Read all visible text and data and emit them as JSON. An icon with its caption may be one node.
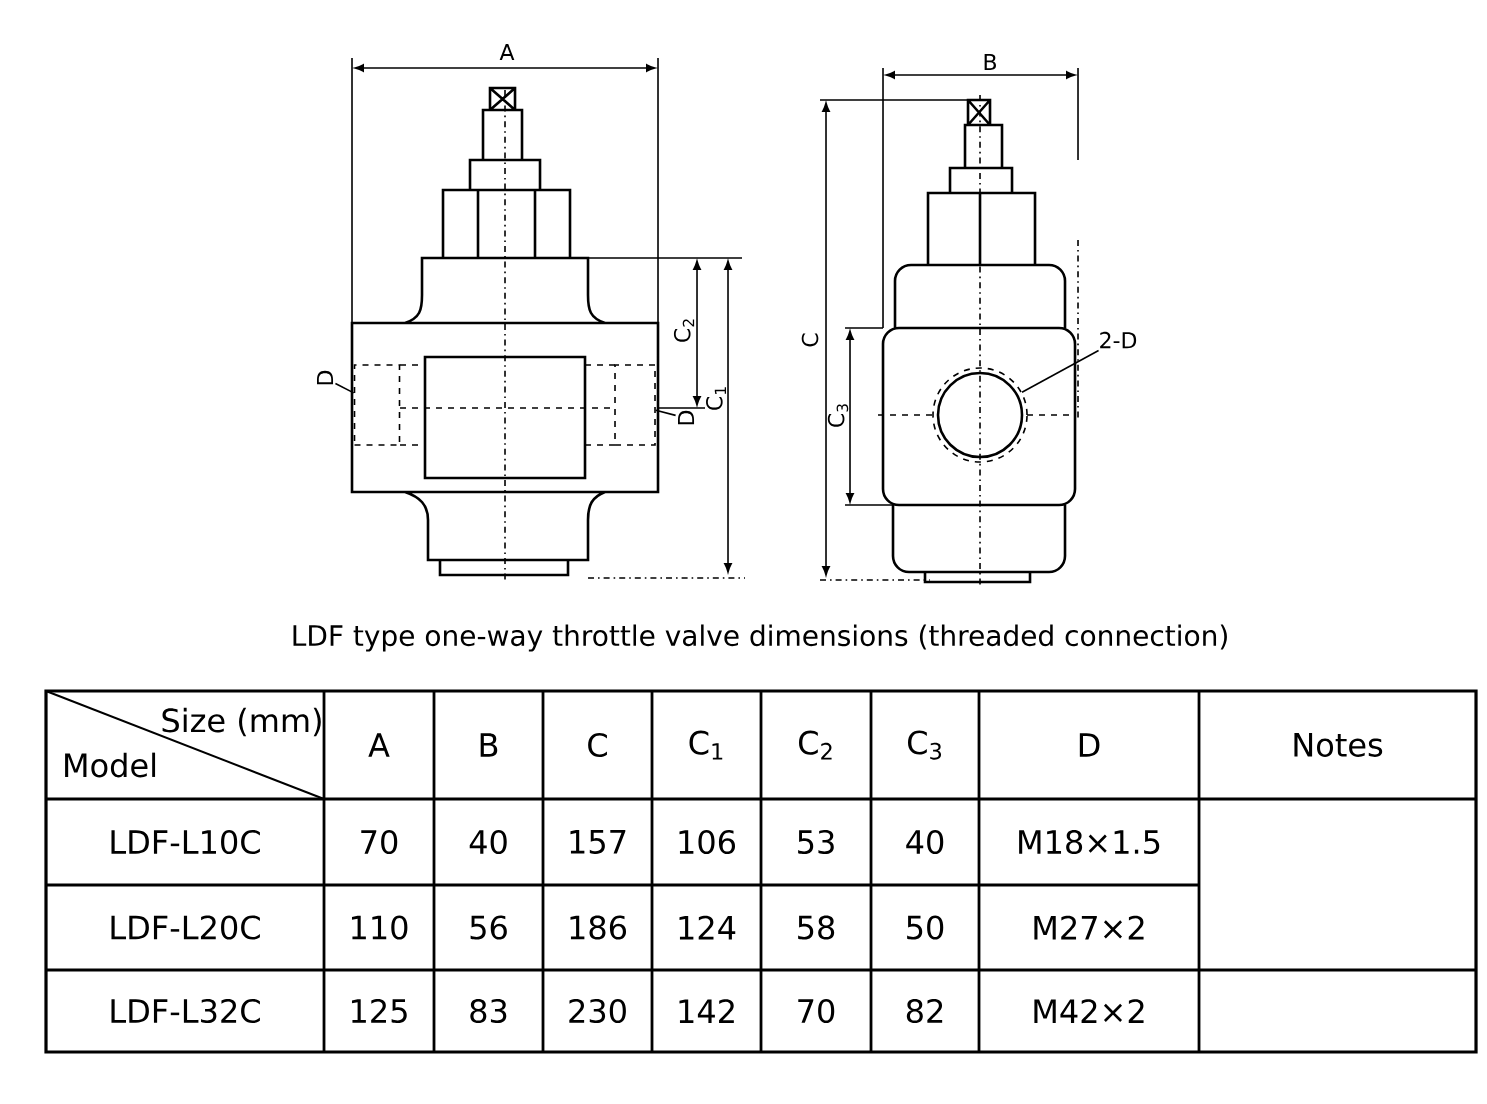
{
  "diagram": {
    "caption": "LDF type one-way throttle valve dimensions (threaded connection)",
    "nodes": [
      {
        "text": [
          "D"
        ]
      },
      {
        "text": [
          "D"
        ]
      },
      {
        "text": [
          "2-D"
        ]
      },
      {
        "text": [],
        "shape": "box"
      },
      {
        "text": [],
        "shape": "box"
      },
      {
        "text": [],
        "shape": "circle"
      }
    ],
    "edges": [
      {
        "from": 0,
        "to": 3,
        "arrow": "none"
      },
      {
        "from": 1,
        "to": 4,
        "arrow": "none"
      },
      {
        "from": 2,
        "to": 5,
        "arrow": "none"
      }
    ],
    "labels": [
      "A",
      "B",
      "C$_{2}$",
      "C",
      "C$_{1}$",
      "C$_{3}$",
      "Size (mm)",
      "Model",
      "A",
      "B",
      "C",
      "C$_{1}$",
      "C$_{2}$",
      "C$_{3}$",
      "D",
      "Notes",
      "LDF-L10C",
      "70",
      "40",
      "157",
      "106",
      "53",
      "40",
      "M18×1.5",
      "LDF-L20C",
      "110",
      "56",
      "186",
      "124",
      "58",
      "50",
      "M27×2",
      "LDF-L32C",
      "125",
      "83",
      "230",
      "142",
      "70",
      "82",
      "M42×2"
    ]
  }
}
